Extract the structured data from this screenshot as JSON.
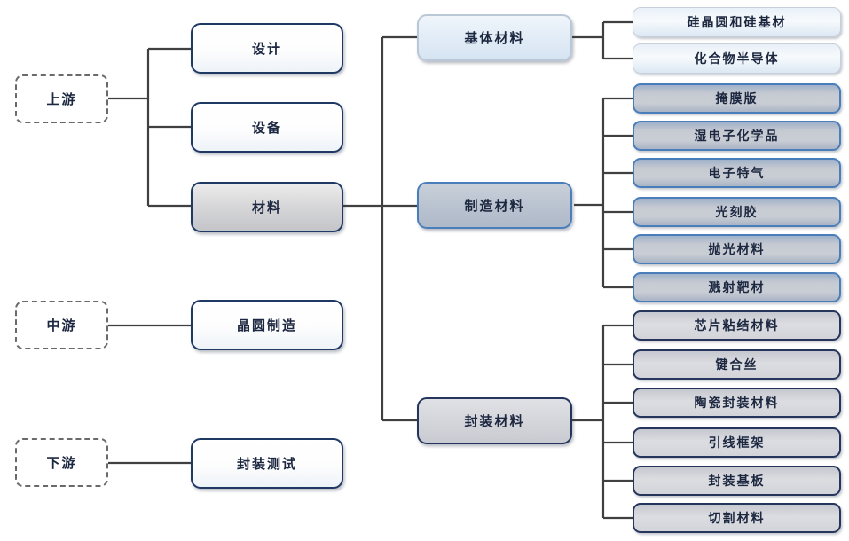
{
  "colors": {
    "connector": "#404040",
    "navy_border": "#1f3864",
    "blue_border": "#4a7ebb",
    "light_blue_fill": "#dbe8f5",
    "pale_blue_fill": "#e9f0f8",
    "gray_fill": "#c8c9cc",
    "blue_gray_fill": "#b7c0cd",
    "text": "#1c2740"
  },
  "nodes": {
    "upstream": "上游",
    "midstream": "中游",
    "downstream": "下游",
    "design": "设计",
    "equipment": "设备",
    "material": "材料",
    "wafer_fab": "晶圆制造",
    "package_test": "封装测试",
    "base_material": "基体材料",
    "mfg_material": "制造材料",
    "pkg_material": "封装材料",
    "base_children": [
      "硅晶圆和硅基材",
      "化合物半导体"
    ],
    "mfg_children": [
      "掩膜版",
      "湿电子化学品",
      "电子特气",
      "光刻胶",
      "抛光材料",
      "溅射靶材"
    ],
    "pkg_children": [
      "芯片粘结材料",
      "键合丝",
      "陶瓷封装材料",
      "引线框架",
      "封装基板",
      "切割材料"
    ]
  }
}
